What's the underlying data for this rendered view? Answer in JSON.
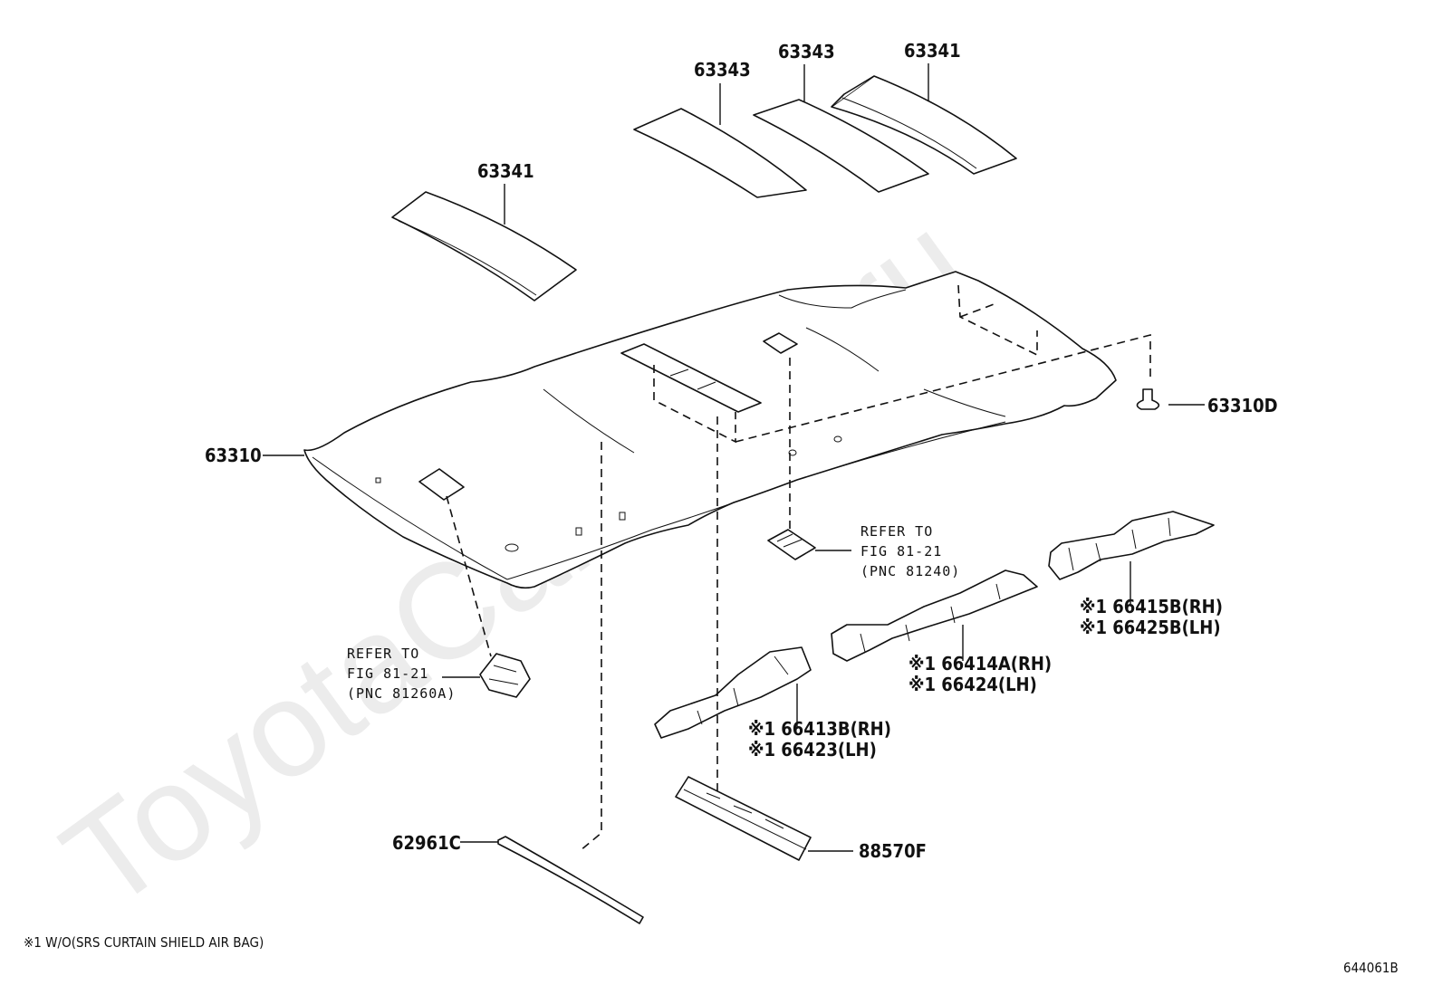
{
  "watermark": "ToyotaCarMine.ru",
  "figure_number": "644061B",
  "footnote": "※1 W/O(SRS CURTAIN SHIELD AIR BAG)",
  "parts": {
    "p63341_left": "63341",
    "p63343_a": "63343",
    "p63343_b": "63343",
    "p63341_right": "63341",
    "p63310": "63310",
    "p63310D": "63310D",
    "p66415B": "※1 66415B(RH)",
    "p66425B": "※1 66425B(LH)",
    "p66414A": "※1 66414A(RH)",
    "p66424": "※1 66424(LH)",
    "p66413B": "※1 66413B(RH)",
    "p66423": "※1 66423(LH)",
    "p62961C": "62961C",
    "p88570F": "88570F"
  },
  "refs": {
    "right": {
      "line1": "REFER TO",
      "line2": "FIG 81-21",
      "line3": "(PNC 81240)"
    },
    "left": {
      "line1": "REFER TO",
      "line2": "FIG 81-21",
      "line3": "(PNC 81260A)"
    }
  },
  "icons": {
    "clip": "clip-icon"
  }
}
